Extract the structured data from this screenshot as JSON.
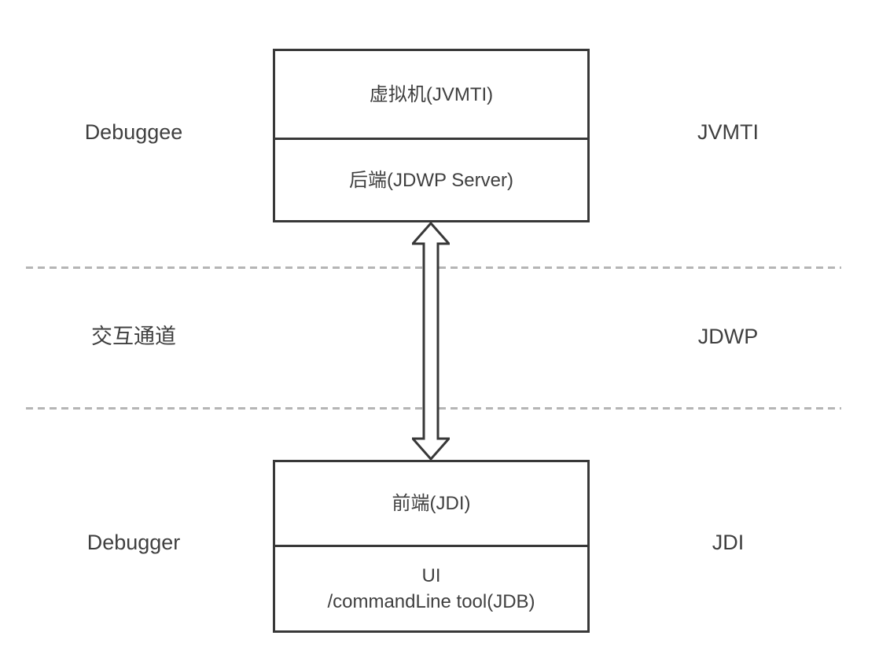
{
  "diagram": {
    "type": "layered-architecture-diagram",
    "colors": {
      "background": "#ffffff",
      "box_border": "#383838",
      "text": "#3f3f3f",
      "dashed_line": "#b5b5b5"
    },
    "top_box": {
      "cell1": "虚拟机(JVMTI)",
      "cell2": "后端(JDWP Server)"
    },
    "bottom_box": {
      "cell1": "前端(JDI)",
      "cell2_line1": "UI",
      "cell2_line2": "/commandLine tool(JDB)"
    },
    "left_labels": {
      "top": "Debuggee",
      "middle": "交互通道",
      "bottom": "Debugger"
    },
    "right_labels": {
      "top": "JVMTI",
      "middle": "JDWP",
      "bottom": "JDI"
    },
    "connector": {
      "icon": "double-headed-arrow"
    }
  }
}
